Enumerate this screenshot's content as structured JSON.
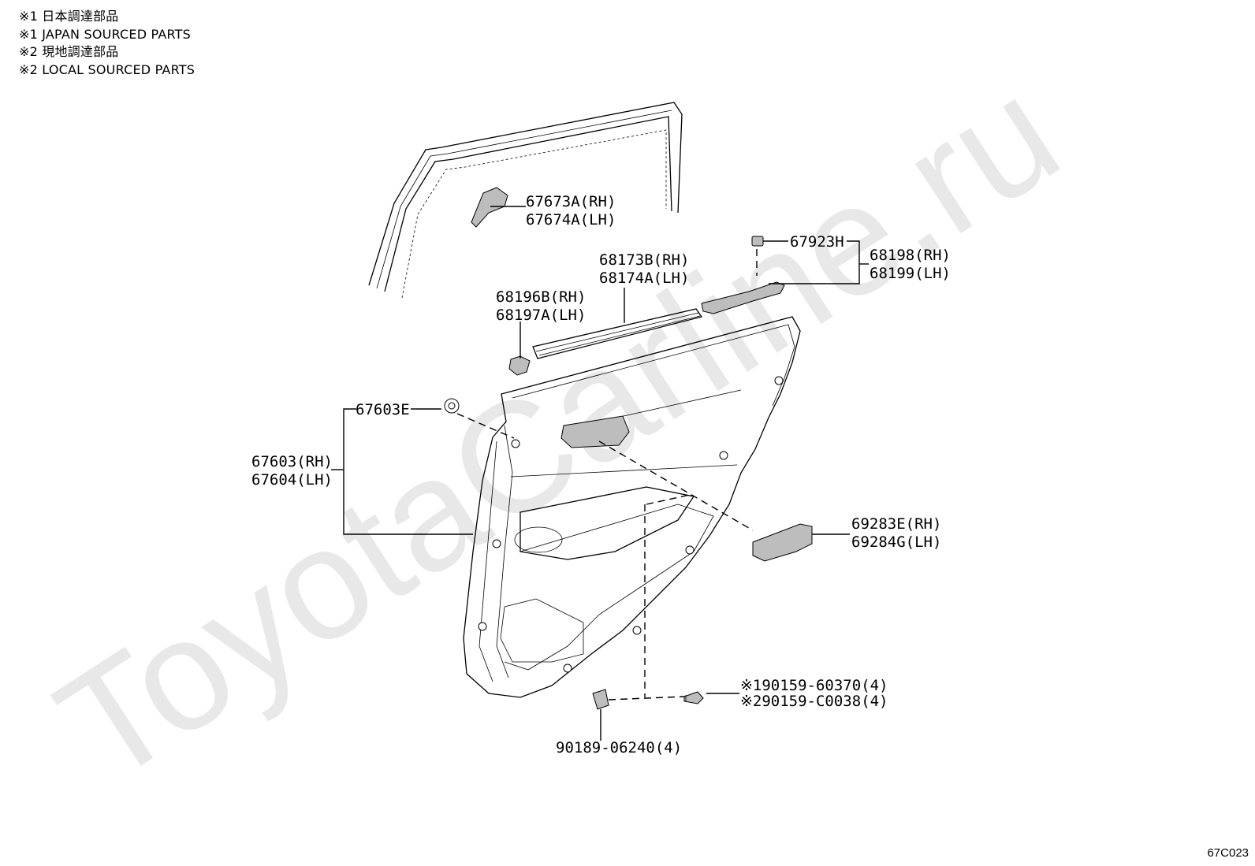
{
  "notes": [
    "※1 日本調達部品",
    "※1 JAPAN SOURCED PARTS",
    "※2 現地調達部品",
    "※2 LOCAL SOURCED PARTS"
  ],
  "watermark": "ToyotaCarline.ru",
  "figure_code": "67C023",
  "callouts": {
    "c67673": [
      "67673A(RH)",
      "67674A(LH)"
    ],
    "c67923": [
      "67923H"
    ],
    "c68198": [
      "68198(RH)",
      "68199(LH)"
    ],
    "c68173": [
      "68173B(RH)",
      "68174A(LH)"
    ],
    "c68196": [
      "68196B(RH)",
      "68197A(LH)"
    ],
    "c67603E": [
      "67603E"
    ],
    "c67603": [
      "67603(RH)",
      "67604(LH)"
    ],
    "c69283": [
      "69283E(RH)",
      "69284G(LH)"
    ],
    "c90159": [
      "※190159-60370(4)",
      "※290159-C0038(4)"
    ],
    "c90189": [
      "90189-06240(4)"
    ]
  }
}
